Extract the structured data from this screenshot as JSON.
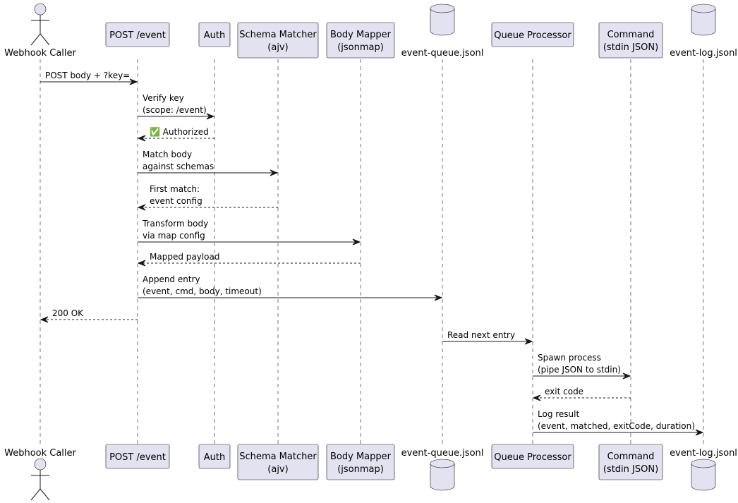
{
  "participants": [
    {
      "id": "caller",
      "kind": "actor",
      "lines": [
        "Webhook Caller"
      ]
    },
    {
      "id": "post",
      "kind": "box",
      "lines": [
        "POST /event"
      ]
    },
    {
      "id": "auth",
      "kind": "box",
      "lines": [
        "Auth"
      ]
    },
    {
      "id": "schema",
      "kind": "box",
      "lines": [
        "Schema Matcher",
        "(ajv)"
      ]
    },
    {
      "id": "mapper",
      "kind": "box",
      "lines": [
        "Body Mapper",
        "(jsonmap)"
      ]
    },
    {
      "id": "queue",
      "kind": "database",
      "lines": [
        "event-queue.jsonl"
      ]
    },
    {
      "id": "processor",
      "kind": "box",
      "lines": [
        "Queue Processor"
      ]
    },
    {
      "id": "command",
      "kind": "box",
      "lines": [
        "Command",
        "(stdin JSON)"
      ]
    },
    {
      "id": "log",
      "kind": "database",
      "lines": [
        "event-log.jsonl"
      ]
    }
  ],
  "messages": [
    {
      "from": "caller",
      "to": "post",
      "style": "solid",
      "lines": [
        "POST body + ?key="
      ]
    },
    {
      "from": "post",
      "to": "auth",
      "style": "solid",
      "lines": [
        "Verify key",
        "(scope: /event)"
      ]
    },
    {
      "from": "auth",
      "to": "post",
      "style": "dashed",
      "lines": [
        "✅ Authorized"
      ]
    },
    {
      "from": "post",
      "to": "schema",
      "style": "solid",
      "lines": [
        "Match body",
        "against schemas"
      ]
    },
    {
      "from": "schema",
      "to": "post",
      "style": "dashed",
      "lines": [
        "First match:",
        "event config"
      ]
    },
    {
      "from": "post",
      "to": "mapper",
      "style": "solid",
      "lines": [
        "Transform body",
        "via map config"
      ]
    },
    {
      "from": "mapper",
      "to": "post",
      "style": "dashed",
      "lines": [
        "Mapped payload"
      ]
    },
    {
      "from": "post",
      "to": "queue",
      "style": "solid",
      "lines": [
        "Append entry",
        "(event, cmd, body, timeout)"
      ]
    },
    {
      "from": "post",
      "to": "caller",
      "style": "dashed",
      "lines": [
        "200 OK"
      ]
    },
    {
      "from": "queue",
      "to": "processor",
      "style": "solid",
      "lines": [
        "Read next entry"
      ]
    },
    {
      "from": "processor",
      "to": "command",
      "style": "solid",
      "lines": [
        "Spawn process",
        "(pipe JSON to stdin)"
      ]
    },
    {
      "from": "command",
      "to": "processor",
      "style": "dashed",
      "lines": [
        "exit code"
      ]
    },
    {
      "from": "processor",
      "to": "log",
      "style": "solid",
      "lines": [
        "Log result",
        "(event, matched, exitCode, duration)"
      ]
    }
  ],
  "colors": {
    "participant_fill": "#E2E2F0",
    "line": "#181818",
    "text": "#000000",
    "background": "#FFFFFF"
  }
}
